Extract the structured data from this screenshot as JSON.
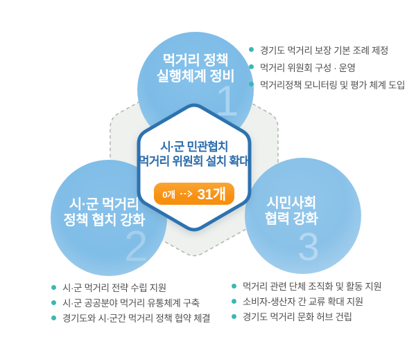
{
  "colors": {
    "circle_blue": "#7fbde7",
    "circle_rim_light": "#aed4ef",
    "number_blue": "#a9d3f0",
    "hexagon_border": "#2d72b0",
    "hexagon_text": "#2b6cab",
    "badge_orange": "#f78f10",
    "bullet_teal": "#3ab9ae",
    "list_text_gray": "#4f4f4f",
    "dashed_outline_gray": "#b0b4b2",
    "dashed_fill": "#eef1ee"
  },
  "circles": {
    "top": {
      "number": "1",
      "line1": "먹거리 정책",
      "line2": "실행체계 정비"
    },
    "left": {
      "number": "2",
      "line1": "시·군 먹거리",
      "line2": "정책 협치 강화"
    },
    "right": {
      "number": "3",
      "line1": "시민사회",
      "line2": "협력 강화"
    }
  },
  "hexagon": {
    "line1": "시·군 민관협치",
    "line2": "먹거리 위원회 설치 확대",
    "badge": {
      "from": "0개",
      "to": "31개",
      "arrow": "dashed-right-arrow"
    }
  },
  "lists": {
    "top_right": {
      "items": [
        "경기도 먹거리 보장 기본 조례 제정",
        "먹거리 위원회 구성 · 운영",
        "먹거리정책 모니터링 및 평가 체계 도입"
      ]
    },
    "bottom_left": {
      "items": [
        "시·군 먹거리 전략 수립 지원",
        "시·군 공공분야 먹거리 유통체계 구축",
        "경기도와 시·군간 먹거리 정책 협약 체결"
      ]
    },
    "bottom_right": {
      "items": [
        "먹거리 관련 단체 조직화 및 활동 지원",
        "소비자-생산자 간 교류 확대 지원",
        "경기도 먹거리 문화 허브 건립"
      ]
    }
  }
}
